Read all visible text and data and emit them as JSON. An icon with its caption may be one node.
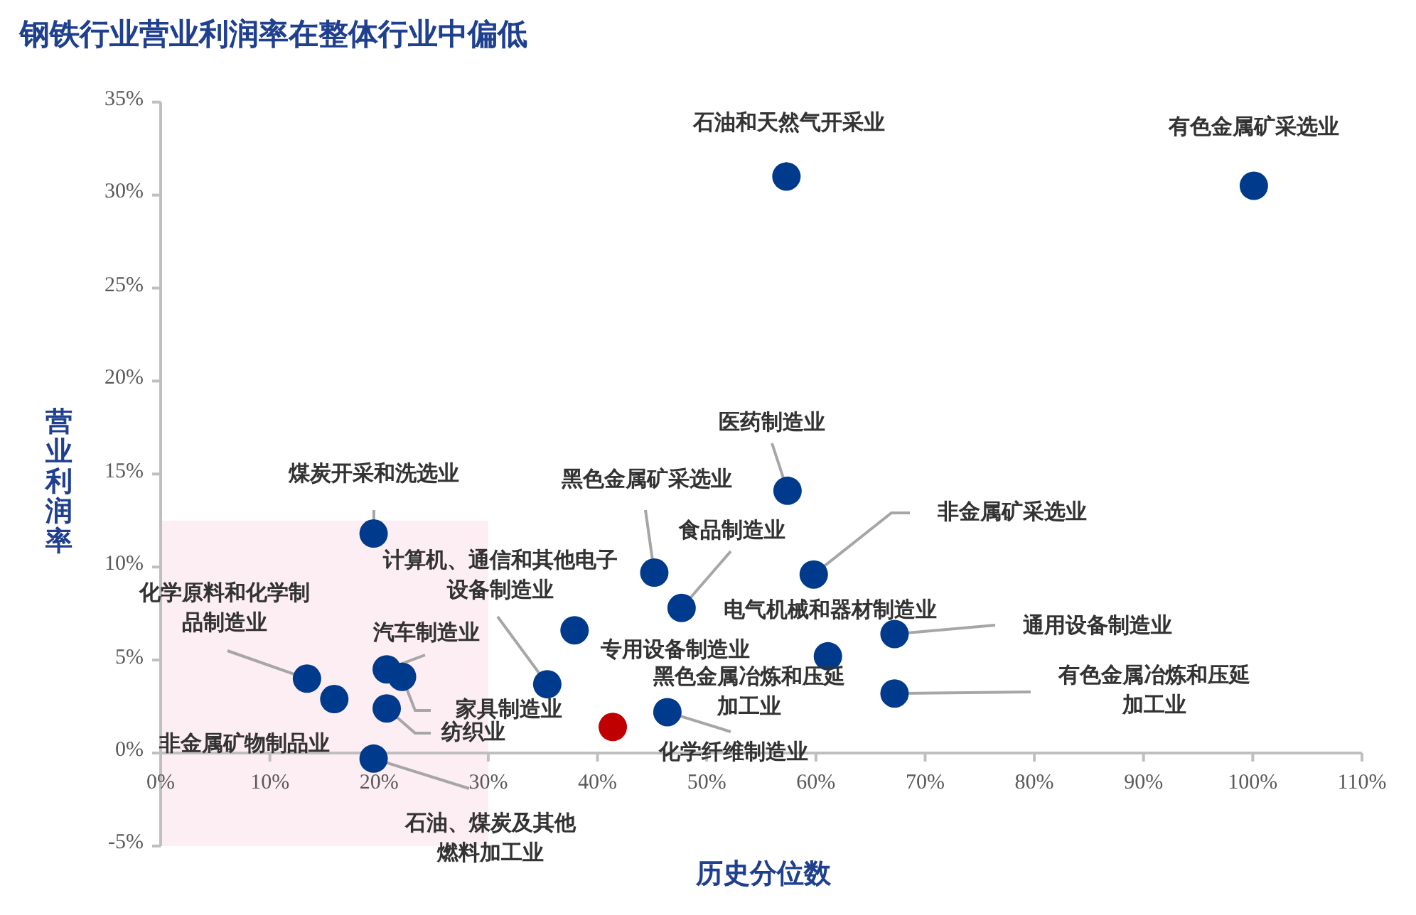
{
  "diagram": {
    "title": "钢铁行业营业利润率在整体行业中偏低",
    "chart_data": {
      "type": "scatter",
      "xlabel": "历史分位数",
      "ylabel": "营业利润率",
      "xlim": [
        0,
        110
      ],
      "ylim": [
        -5,
        35
      ],
      "xticks": [
        {
          "value": 0,
          "label": "0%"
        },
        {
          "value": 10,
          "label": "10%"
        },
        {
          "value": 20,
          "label": "20%"
        },
        {
          "value": 30,
          "label": "30%"
        },
        {
          "value": 40,
          "label": "40%"
        },
        {
          "value": 50,
          "label": "50%"
        },
        {
          "value": 60,
          "label": "60%"
        },
        {
          "value": 70,
          "label": "70%"
        },
        {
          "value": 80,
          "label": "80%"
        },
        {
          "value": 90,
          "label": "90%"
        },
        {
          "value": 100,
          "label": "100%"
        },
        {
          "value": 110,
          "label": "110%"
        }
      ],
      "yticks": [
        {
          "value": -5,
          "label": "-5%"
        },
        {
          "value": 0,
          "label": "0%"
        },
        {
          "value": 5,
          "label": "5%"
        },
        {
          "value": 10,
          "label": "10%"
        },
        {
          "value": 15,
          "label": "15%"
        },
        {
          "value": 20,
          "label": "20%"
        },
        {
          "value": 25,
          "label": "25%"
        },
        {
          "value": 30,
          "label": "30%"
        },
        {
          "value": 35,
          "label": "35%"
        }
      ],
      "series": [
        {
          "color": "#003a8c",
          "x": [
            57.3,
            100.1,
            57.4,
            19.5,
            45.2,
            59.8,
            47.7,
            35.4,
            37.9,
            61.1,
            67.2,
            20.7,
            22.1,
            13.4,
            20.7,
            15.9,
            19.5,
            46.4,
            67.2
          ],
          "values": [
            31.0,
            30.5,
            14.1,
            11.8,
            9.7,
            9.6,
            7.8,
            3.7,
            6.6,
            5.2,
            6.4,
            4.5,
            4.1,
            4.0,
            2.4,
            2.9,
            -0.3,
            2.2,
            3.2
          ]
        },
        {
          "color": "#c00000",
          "x": [
            41.4
          ],
          "values": [
            1.4
          ]
        }
      ],
      "annotations": [
        {
          "text": "石油和天然气开采业",
          "x": 57.3,
          "y": 31.0
        },
        {
          "text": "有色金属矿采选业",
          "x": 100.1,
          "y": 30.5
        },
        {
          "text": "医药制造业",
          "x": 57.4,
          "y": 14.1
        },
        {
          "text": "煤炭开采和洗选业",
          "x": 19.5,
          "y": 11.8
        },
        {
          "text": "黑色金属矿采选业",
          "x": 45.2,
          "y": 9.7
        },
        {
          "text": "非金属矿采选业",
          "x": 59.8,
          "y": 9.6
        },
        {
          "text": "食品制造业",
          "x": 47.7,
          "y": 7.8
        },
        {
          "text": "计算机、通信和其他电子设备制造业",
          "x": 35.4,
          "y": 3.7
        },
        {
          "text": "专用设备制造业",
          "x": 37.9,
          "y": 6.6
        },
        {
          "text": "电气机械和器材制造业",
          "x": 61.1,
          "y": 5.2
        },
        {
          "text": "通用设备制造业",
          "x": 67.2,
          "y": 6.4
        },
        {
          "text": "汽车制造业",
          "x": 20.7,
          "y": 4.5
        },
        {
          "text": "家具制造业",
          "x": 22.1,
          "y": 4.1
        },
        {
          "text": "化学原料和化学制品制造业",
          "x": 13.4,
          "y": 4.0
        },
        {
          "text": "纺织业",
          "x": 20.7,
          "y": 2.4
        },
        {
          "text": "非金属矿物制品业",
          "x": 15.9,
          "y": 2.9
        },
        {
          "text": "石油、煤炭及其他燃料加工业",
          "x": 19.5,
          "y": -0.3
        },
        {
          "text": "黑色金属冶炼和压延加工业",
          "x": 41.4,
          "y": 1.4
        },
        {
          "text": "化学纤维制造业",
          "x": 46.4,
          "y": 2.2
        },
        {
          "text": "有色金属冶炼和压延加工业",
          "x": 67.2,
          "y": 3.2
        }
      ]
    }
  }
}
